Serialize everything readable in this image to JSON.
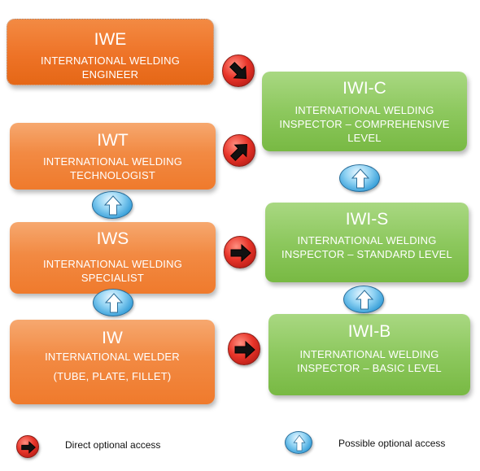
{
  "boxes": {
    "iwe": {
      "title": "IWE",
      "subtitle": "INTERNATIONAL WELDING\nENGINEER"
    },
    "iwt": {
      "title": "IWT",
      "subtitle": "INTERNATIONAL WELDING\nTECHNOLOGIST"
    },
    "iws": {
      "title": "IWS",
      "subtitle": "INTERNATIONAL WELDING\nSPECIALIST"
    },
    "iw": {
      "title": "IW",
      "subtitle": "INTERNATIONAL WELDER",
      "subtitle2": "(TUBE, PLATE, FILLET)"
    },
    "iwi_c": {
      "title": "IWI-C",
      "subtitle": "INTERNATIONAL WELDING\nINSPECTOR – COMPREHENSIVE\nLEVEL"
    },
    "iwi_s": {
      "title": "IWI-S",
      "subtitle": "INTERNATIONAL WELDING\nINSPECTOR – STANDARD LEVEL"
    },
    "iwi_b": {
      "title": "IWI-B",
      "subtitle": "INTERNATIONAL WELDING\nINSPECTOR – BASIC LEVEL"
    }
  },
  "legend": {
    "direct": "Direct optional access",
    "possible": "Possible optional access"
  },
  "icons": {
    "direct": "red-arrow-circle-icon",
    "possible": "blue-up-arrow-icon"
  },
  "colors": {
    "orange": "#ef7a2c",
    "green": "#8dc85e",
    "red": "#e8352a",
    "blue": "#2f9ad6"
  }
}
